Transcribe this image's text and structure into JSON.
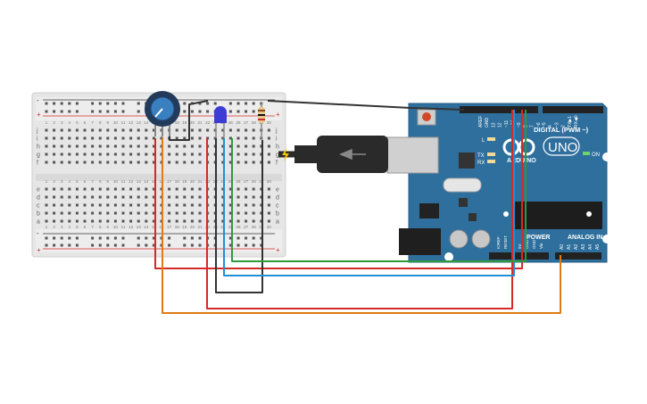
{
  "breadboard": {
    "row_letters_top": [
      "j",
      "i",
      "h",
      "g",
      "f"
    ],
    "row_letters_bottom": [
      "e",
      "d",
      "c",
      "b",
      "a"
    ],
    "rail_plus": "+",
    "rail_minus": "-",
    "column_numbers": [
      "1",
      "2",
      "3",
      "4",
      "5",
      "6",
      "7",
      "8",
      "9",
      "10",
      "11",
      "12",
      "13",
      "14",
      "15",
      "16",
      "17",
      "18",
      "19",
      "20",
      "21",
      "22",
      "23",
      "24",
      "25",
      "26",
      "27",
      "28",
      "29",
      "30"
    ]
  },
  "arduino": {
    "logo_text": "ARDUINO",
    "model": "UNO",
    "digital_label": "DIGITAL (PWM ~)",
    "power_label": "POWER",
    "analog_label": "ANALOG IN",
    "on_label": "ON",
    "led_l": "L",
    "led_tx": "TX",
    "led_rx": "RX",
    "digital_pins": [
      "AREF",
      "GND",
      "13",
      "12",
      "~11",
      "~10",
      "~9",
      "8",
      "7",
      "~6",
      "~5",
      "4",
      "~3",
      "2",
      "TX▶1",
      "RX◀0"
    ],
    "power_pins": [
      "IOREF",
      "RESET",
      "3.3V",
      "5V",
      "GND",
      "GND",
      "Vin"
    ],
    "analog_pins": [
      "A0",
      "A1",
      "A2",
      "A3",
      "A4",
      "A5"
    ]
  },
  "colors": {
    "wire_red": "#d42a2a",
    "wire_orange": "#e07b12",
    "wire_green": "#2e9a3e",
    "wire_blue": "#1f8fd6",
    "wire_black": "#333333",
    "board_blue": "#2f6f9d",
    "breadboard": "#e8e8e8"
  },
  "icons": {
    "potentiometer": "potentiometer-icon",
    "led": "led-icon",
    "resistor": "resistor-icon",
    "usb": "usb-plug-icon",
    "lightning": "lightning-icon"
  }
}
